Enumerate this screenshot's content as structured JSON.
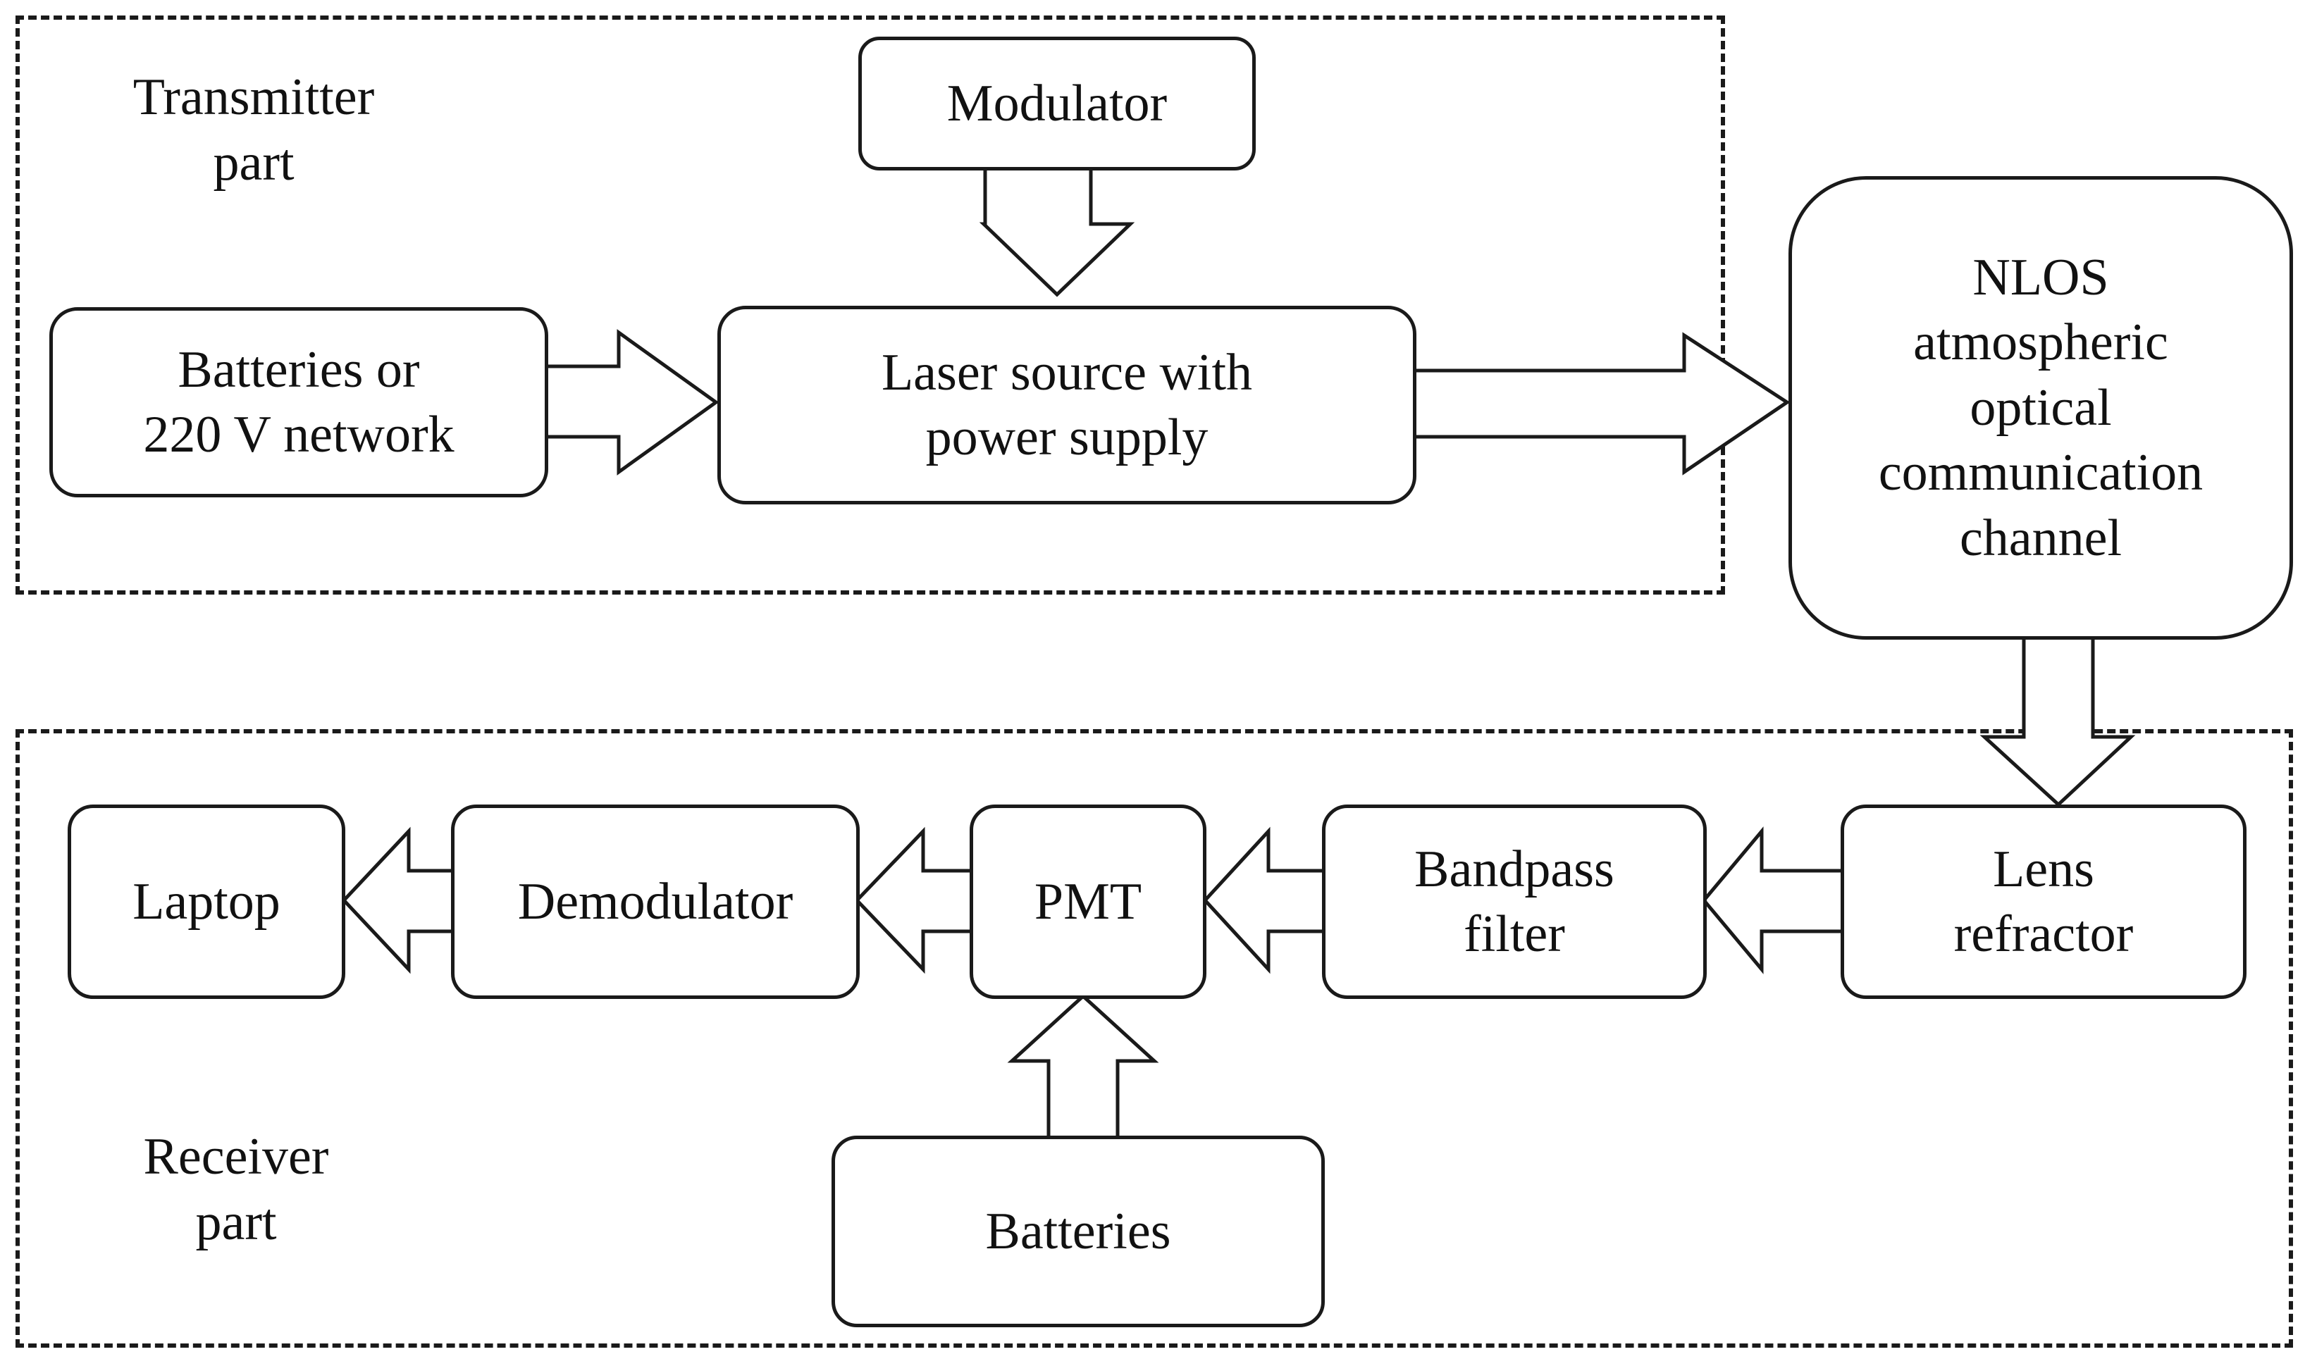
{
  "regions": {
    "transmitter": {
      "label_lines": [
        "Transmitter",
        "part"
      ]
    },
    "receiver": {
      "label_lines": [
        "Receiver",
        "part"
      ]
    }
  },
  "nodes": {
    "modulator": {
      "lines": [
        "Modulator"
      ]
    },
    "batteries_or_network": {
      "lines": [
        "Batteries or",
        "220 V network"
      ]
    },
    "laser_source": {
      "lines": [
        "Laser source with",
        "power supply"
      ]
    },
    "nlos_channel": {
      "lines": [
        "NLOS",
        "atmospheric",
        "optical",
        "communication",
        "channel"
      ]
    },
    "laptop": {
      "lines": [
        "Laptop"
      ]
    },
    "demodulator": {
      "lines": [
        "Demodulator"
      ]
    },
    "pmt": {
      "lines": [
        "PMT"
      ]
    },
    "bandpass_filter": {
      "lines": [
        "Bandpass",
        "filter"
      ]
    },
    "lens_refractor": {
      "lines": [
        "Lens",
        "refractor"
      ]
    },
    "batteries": {
      "lines": [
        "Batteries"
      ]
    }
  },
  "edges": [
    {
      "from": "modulator",
      "to": "laser_source"
    },
    {
      "from": "batteries_or_network",
      "to": "laser_source"
    },
    {
      "from": "laser_source",
      "to": "nlos_channel"
    },
    {
      "from": "nlos_channel",
      "to": "lens_refractor"
    },
    {
      "from": "lens_refractor",
      "to": "bandpass_filter"
    },
    {
      "from": "bandpass_filter",
      "to": "pmt"
    },
    {
      "from": "pmt",
      "to": "demodulator"
    },
    {
      "from": "demodulator",
      "to": "laptop"
    },
    {
      "from": "batteries",
      "to": "pmt"
    }
  ]
}
